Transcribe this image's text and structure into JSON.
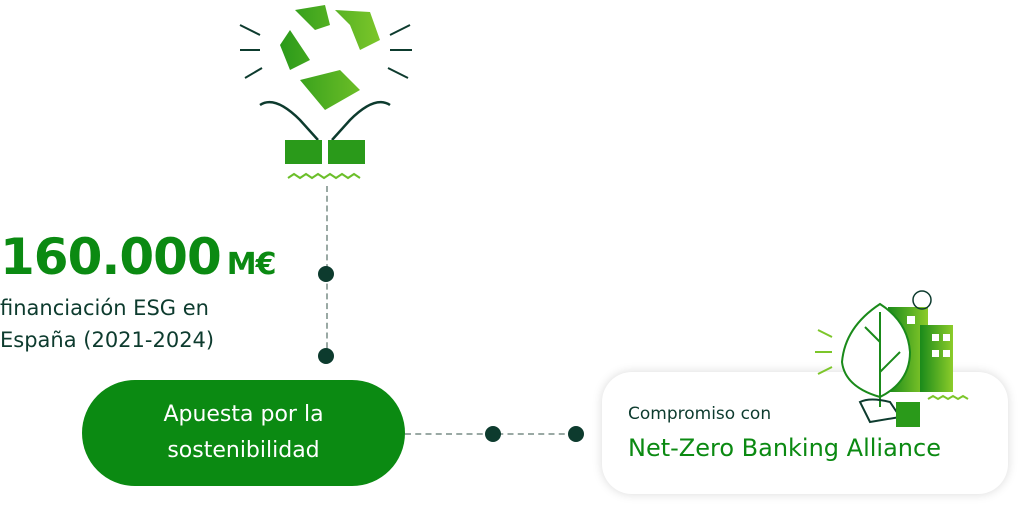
{
  "stat": {
    "value": "160.000",
    "unit": "M€",
    "description_line1": "financiación ESG en",
    "description_line2": "España (2021-2024)"
  },
  "pill": {
    "label": "Apuesta por la sostenibilidad"
  },
  "card": {
    "line1": "Compromiso con",
    "line2": "Net-Zero Banking Alliance"
  },
  "colors": {
    "green": "#0b8a12",
    "dark": "#0d3b2e"
  },
  "icons": [
    "recycle-hands-icon",
    "leaf-building-icon"
  ]
}
